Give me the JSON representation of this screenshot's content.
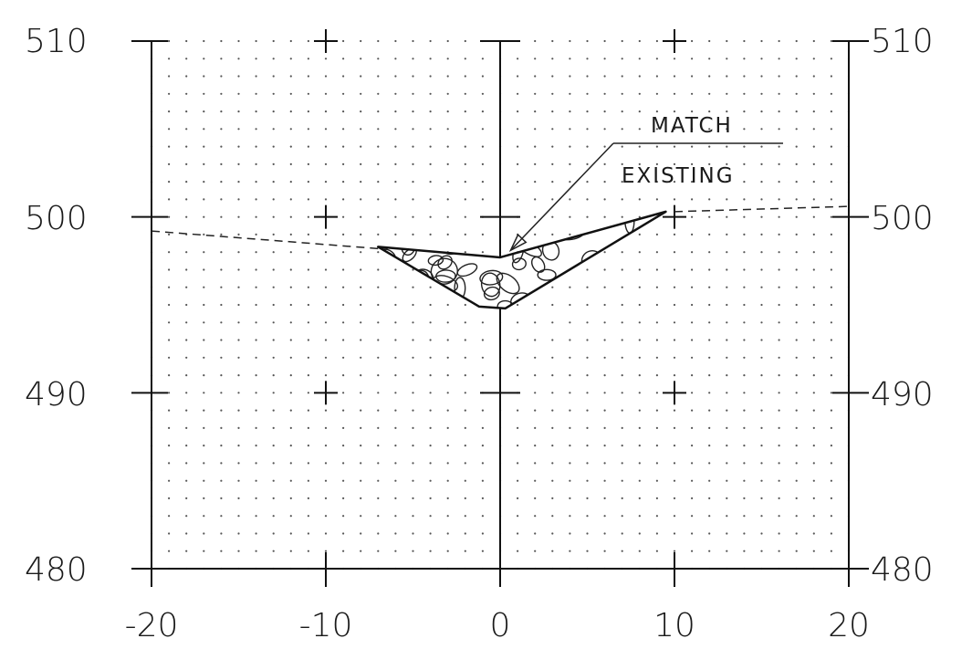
{
  "drawing": {
    "type": "cross-section",
    "x_range": [
      -20,
      20
    ],
    "y_range": [
      480,
      510
    ],
    "x_tick_labels": [
      "-20",
      "-10",
      "0",
      "10",
      "20"
    ],
    "y_tick_labels": [
      "510",
      "500",
      "490",
      "480"
    ],
    "y_tick_labels_right": [
      "510",
      "500",
      "490",
      "480"
    ],
    "grid_dots": true,
    "x_major": [
      -20,
      -10,
      0,
      10,
      20
    ],
    "y_major": [
      480,
      490,
      500,
      510
    ],
    "existing_ground": [
      [
        -20,
        499.2
      ],
      [
        -7,
        498.2
      ],
      [
        0,
        497.6
      ],
      [
        10,
        500.3
      ],
      [
        20,
        500.6
      ]
    ],
    "rock_fill_top": [
      [
        -7,
        498.3
      ],
      [
        0,
        497.7
      ],
      [
        9.5,
        500.3
      ]
    ],
    "rock_fill_bottom": [
      [
        -7,
        498.3
      ],
      [
        -1.2,
        494.9
      ],
      [
        0.3,
        494.8
      ],
      [
        9.5,
        500.3
      ]
    ],
    "callout": {
      "line1": "MATCH",
      "line2": "EXISTING",
      "arrow_tip": [
        0.6,
        498.1
      ]
    }
  }
}
